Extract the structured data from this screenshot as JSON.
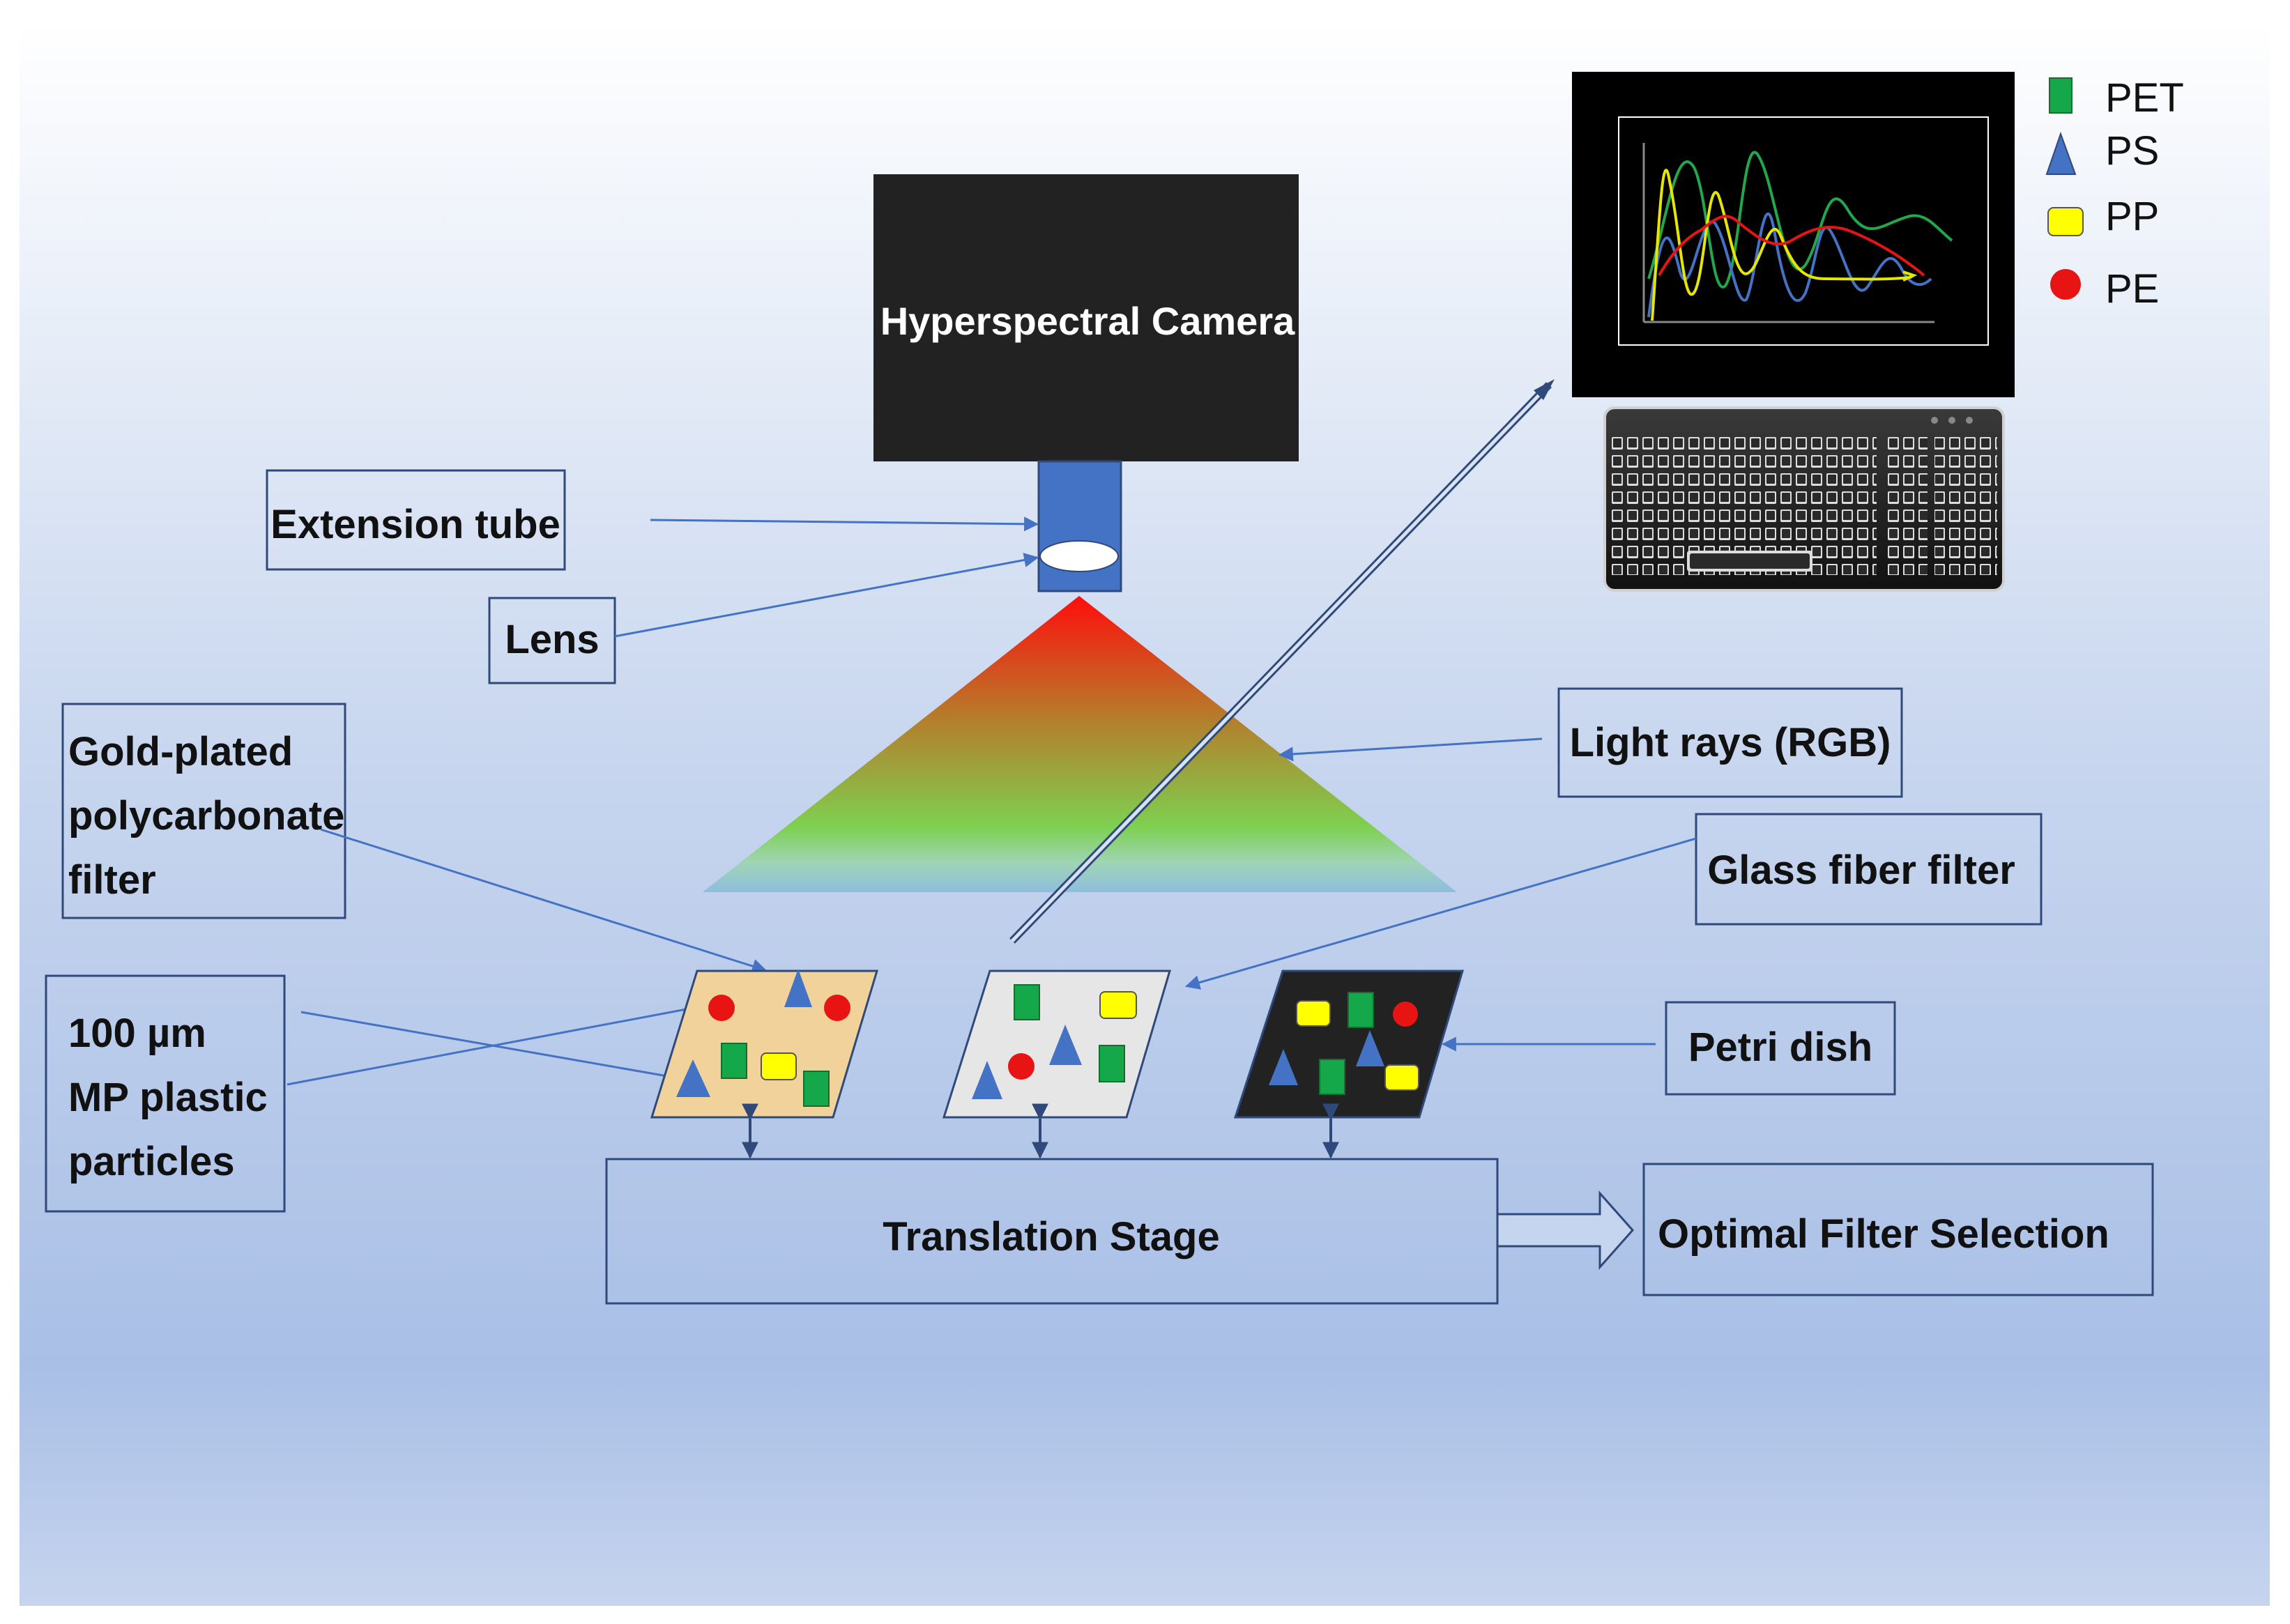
{
  "camera": {
    "label": "Hyperspectral Camera"
  },
  "labels": {
    "extension_tube": "Extension tube",
    "lens": "Lens",
    "gold_filter": [
      "Gold-plated",
      "polycarbonate",
      "filter"
    ],
    "particles": [
      "100 µm",
      "MP plastic",
      "particles"
    ],
    "light_rays": "Light rays (RGB)",
    "glass_filter": "Glass fiber filter",
    "petri_dish": "Petri dish",
    "translation_stage": "Translation Stage",
    "optimal_selection": "Optimal Filter Selection"
  },
  "legend": [
    {
      "label": "PET",
      "shape": "square",
      "color": "#14a84a"
    },
    {
      "label": "PS",
      "shape": "triangle",
      "color": "#4472c4"
    },
    {
      "label": "PP",
      "shape": "rounded-rect",
      "color": "#ffff00"
    },
    {
      "label": "PE",
      "shape": "circle",
      "color": "#e81414"
    }
  ],
  "colors": {
    "background_top": "#ffffff",
    "background_bottom": "#a9bfe6",
    "arrow": "#4472c4",
    "camera": "#222222",
    "gold_filter": "#f2d29b",
    "glass_filter": "#e6e6e6",
    "petri_dish": "#222222"
  }
}
